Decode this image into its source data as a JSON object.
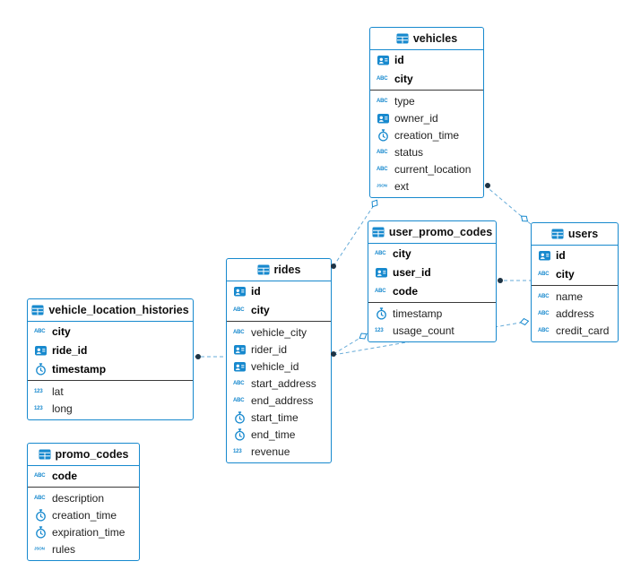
{
  "icons": {
    "abc": "ABC",
    "num": "123",
    "json": "JSON"
  },
  "tables": {
    "vehicles": {
      "title": "vehicles",
      "keys": [
        {
          "name": "id"
        },
        {
          "name": "city"
        }
      ],
      "fields": [
        {
          "name": "type"
        },
        {
          "name": "owner_id"
        },
        {
          "name": "creation_time"
        },
        {
          "name": "status"
        },
        {
          "name": "current_location"
        },
        {
          "name": "ext"
        }
      ]
    },
    "user_promo_codes": {
      "title": "user_promo_codes",
      "keys": [
        {
          "name": "city"
        },
        {
          "name": "user_id"
        },
        {
          "name": "code"
        }
      ],
      "fields": [
        {
          "name": "timestamp"
        },
        {
          "name": "usage_count"
        }
      ]
    },
    "users": {
      "title": "users",
      "keys": [
        {
          "name": "id"
        },
        {
          "name": "city"
        }
      ],
      "fields": [
        {
          "name": "name"
        },
        {
          "name": "address"
        },
        {
          "name": "credit_card"
        }
      ]
    },
    "rides": {
      "title": "rides",
      "keys": [
        {
          "name": "id"
        },
        {
          "name": "city"
        }
      ],
      "fields": [
        {
          "name": "vehicle_city"
        },
        {
          "name": "rider_id"
        },
        {
          "name": "vehicle_id"
        },
        {
          "name": "start_address"
        },
        {
          "name": "end_address"
        },
        {
          "name": "start_time"
        },
        {
          "name": "end_time"
        },
        {
          "name": "revenue"
        }
      ]
    },
    "vehicle_location_histories": {
      "title": "vehicle_location_histories",
      "keys": [
        {
          "name": "city"
        },
        {
          "name": "ride_id"
        },
        {
          "name": "timestamp"
        }
      ],
      "fields": [
        {
          "name": "lat"
        },
        {
          "name": "long"
        }
      ]
    },
    "promo_codes": {
      "title": "promo_codes",
      "keys": [
        {
          "name": "code"
        }
      ],
      "fields": [
        {
          "name": "description"
        },
        {
          "name": "creation_time"
        },
        {
          "name": "expiration_time"
        },
        {
          "name": "rules"
        }
      ]
    }
  },
  "relationships": [
    {
      "from": "rides",
      "to": "vehicles"
    },
    {
      "from": "rides",
      "to": "user_promo_codes"
    },
    {
      "from": "rides",
      "to": "users"
    },
    {
      "from": "user_promo_codes",
      "to": "users"
    },
    {
      "from": "vehicles",
      "to": "users"
    },
    {
      "from": "vehicle_location_histories",
      "to": "rides"
    }
  ],
  "colors": {
    "accent": "#1789ce",
    "link": "#66abd8",
    "dot": "#1d3344"
  }
}
